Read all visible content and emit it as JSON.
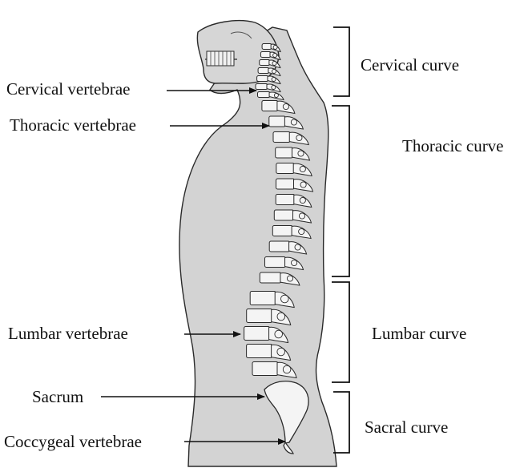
{
  "colors": {
    "body_fill": "#d3d3d3",
    "outline": "#2a2a2a",
    "bone": "#f4f4f4",
    "text": "#111111"
  },
  "left_labels": {
    "cervical": "Cervical vertebrae",
    "thoracic": "Thoracic vertebrae",
    "lumbar": "Lumbar vertebrae",
    "sacrum": "Sacrum",
    "coccygeal": "Coccygeal vertebrae"
  },
  "right_labels": {
    "cervical": "Cervical curve",
    "thoracic": "Thoracic curve",
    "lumbar": "Lumbar curve",
    "sacral": "Sacral curve"
  }
}
